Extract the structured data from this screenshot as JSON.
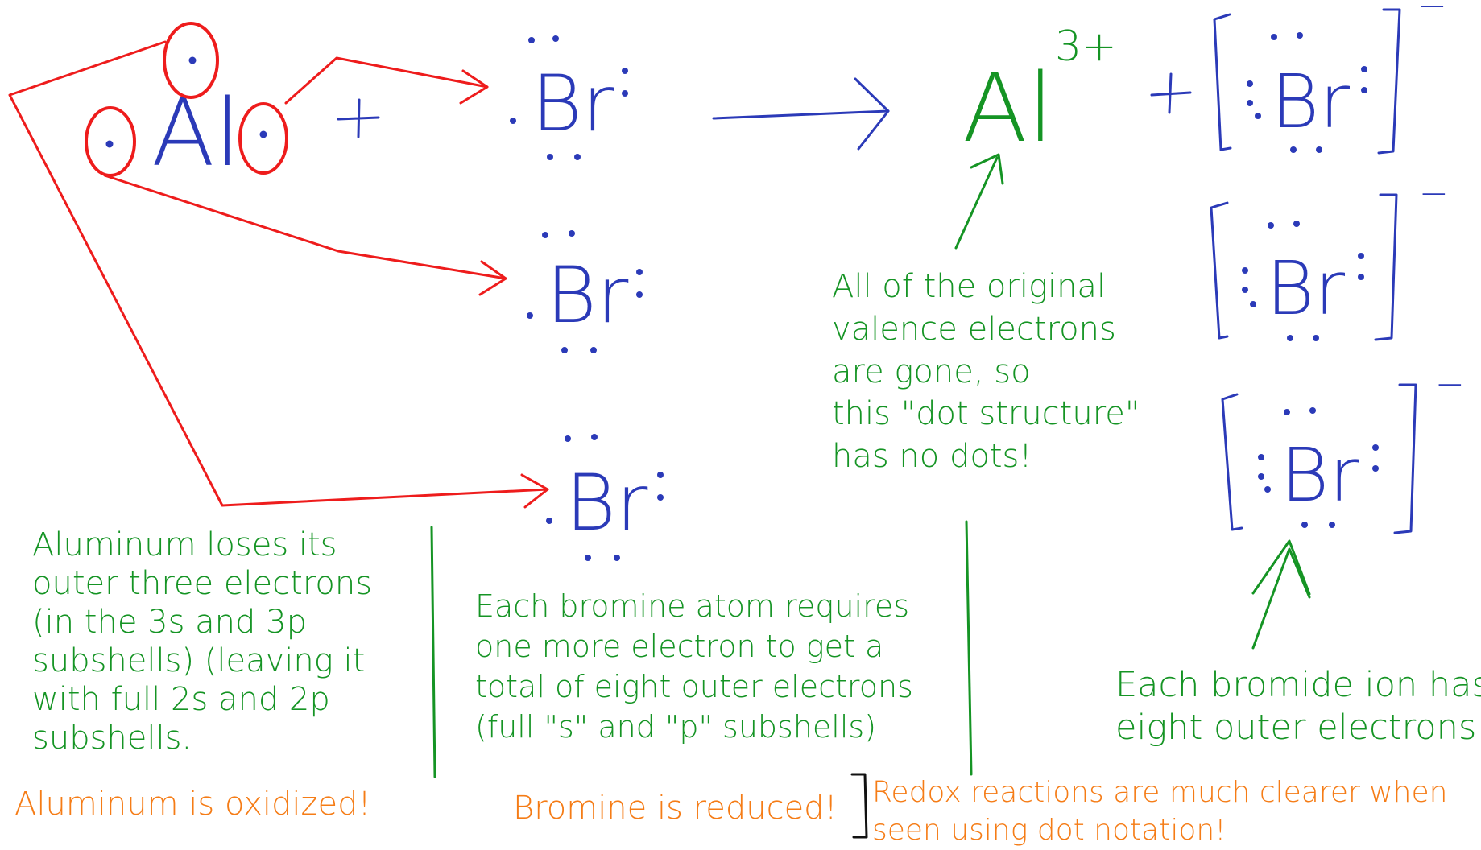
{
  "colors": {
    "red": "#ee1c1c",
    "blue": "#2b3ab8",
    "green": "#159424",
    "orange": "#f57c16"
  },
  "equation": {
    "aluminum_symbol": "Al",
    "plus": "+",
    "bromine_symbol": "Br",
    "ion_charge": "3+",
    "bromide_charge": "−"
  },
  "notes": {
    "aluminum": [
      "Aluminum loses its",
      "outer three electrons",
      "(in the 3s and 3p",
      "subshells) (leaving it",
      "with full 2s and 2p",
      "subshells."
    ],
    "aluminum_oxidized": "Aluminum is oxidized!",
    "bromine": [
      "Each bromine atom requires",
      "one more electron to get a",
      "total of eight outer electrons",
      "(full \"s\" and \"p\" subshells)"
    ],
    "bromine_reduced": "Bromine is reduced!",
    "al_ion": [
      "All of the original",
      "valence electrons",
      "are gone, so",
      "this \"dot structure\"",
      "has no dots!"
    ],
    "bromide_ion": [
      "Each bromide ion has",
      "eight outer electrons!"
    ],
    "redox": [
      "Redox reactions are much clearer when",
      "seen using dot notation!"
    ]
  }
}
